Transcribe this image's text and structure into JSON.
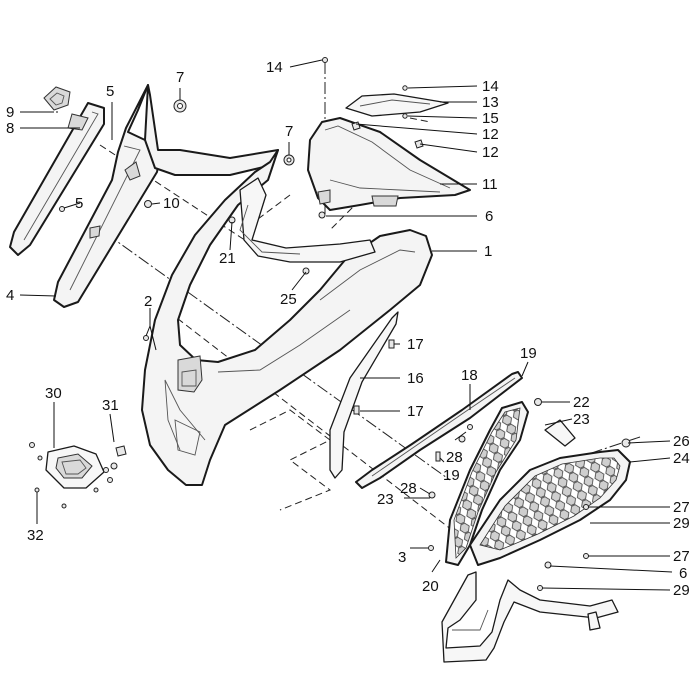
{
  "callouts": {
    "c1": "1",
    "c2": "2",
    "c3": "3",
    "c4": "4",
    "c5a": "5",
    "c5b": "5",
    "c6a": "6",
    "c6b": "6",
    "c7a": "7",
    "c7b": "7",
    "c8": "8",
    "c9": "9",
    "c10": "10",
    "c11": "11",
    "c12a": "12",
    "c12b": "12",
    "c13": "13",
    "c14a": "14",
    "c14b": "14",
    "c15": "15",
    "c16": "16",
    "c17a": "17",
    "c17b": "17",
    "c18": "18",
    "c19a": "19",
    "c19b": "19",
    "c20": "20",
    "c21": "21",
    "c22": "22",
    "c23a": "23",
    "c23b": "23",
    "c24": "24",
    "c25": "25",
    "c26": "26",
    "c27a": "27",
    "c27b": "27",
    "c28a": "28",
    "c28b": "28",
    "c29a": "29",
    "c29b": "29",
    "c30": "30",
    "c31": "31",
    "c32": "32"
  },
  "colors": {
    "line": "#1a1a1a",
    "part_fill": "#f4f4f4",
    "background": "#ffffff"
  }
}
